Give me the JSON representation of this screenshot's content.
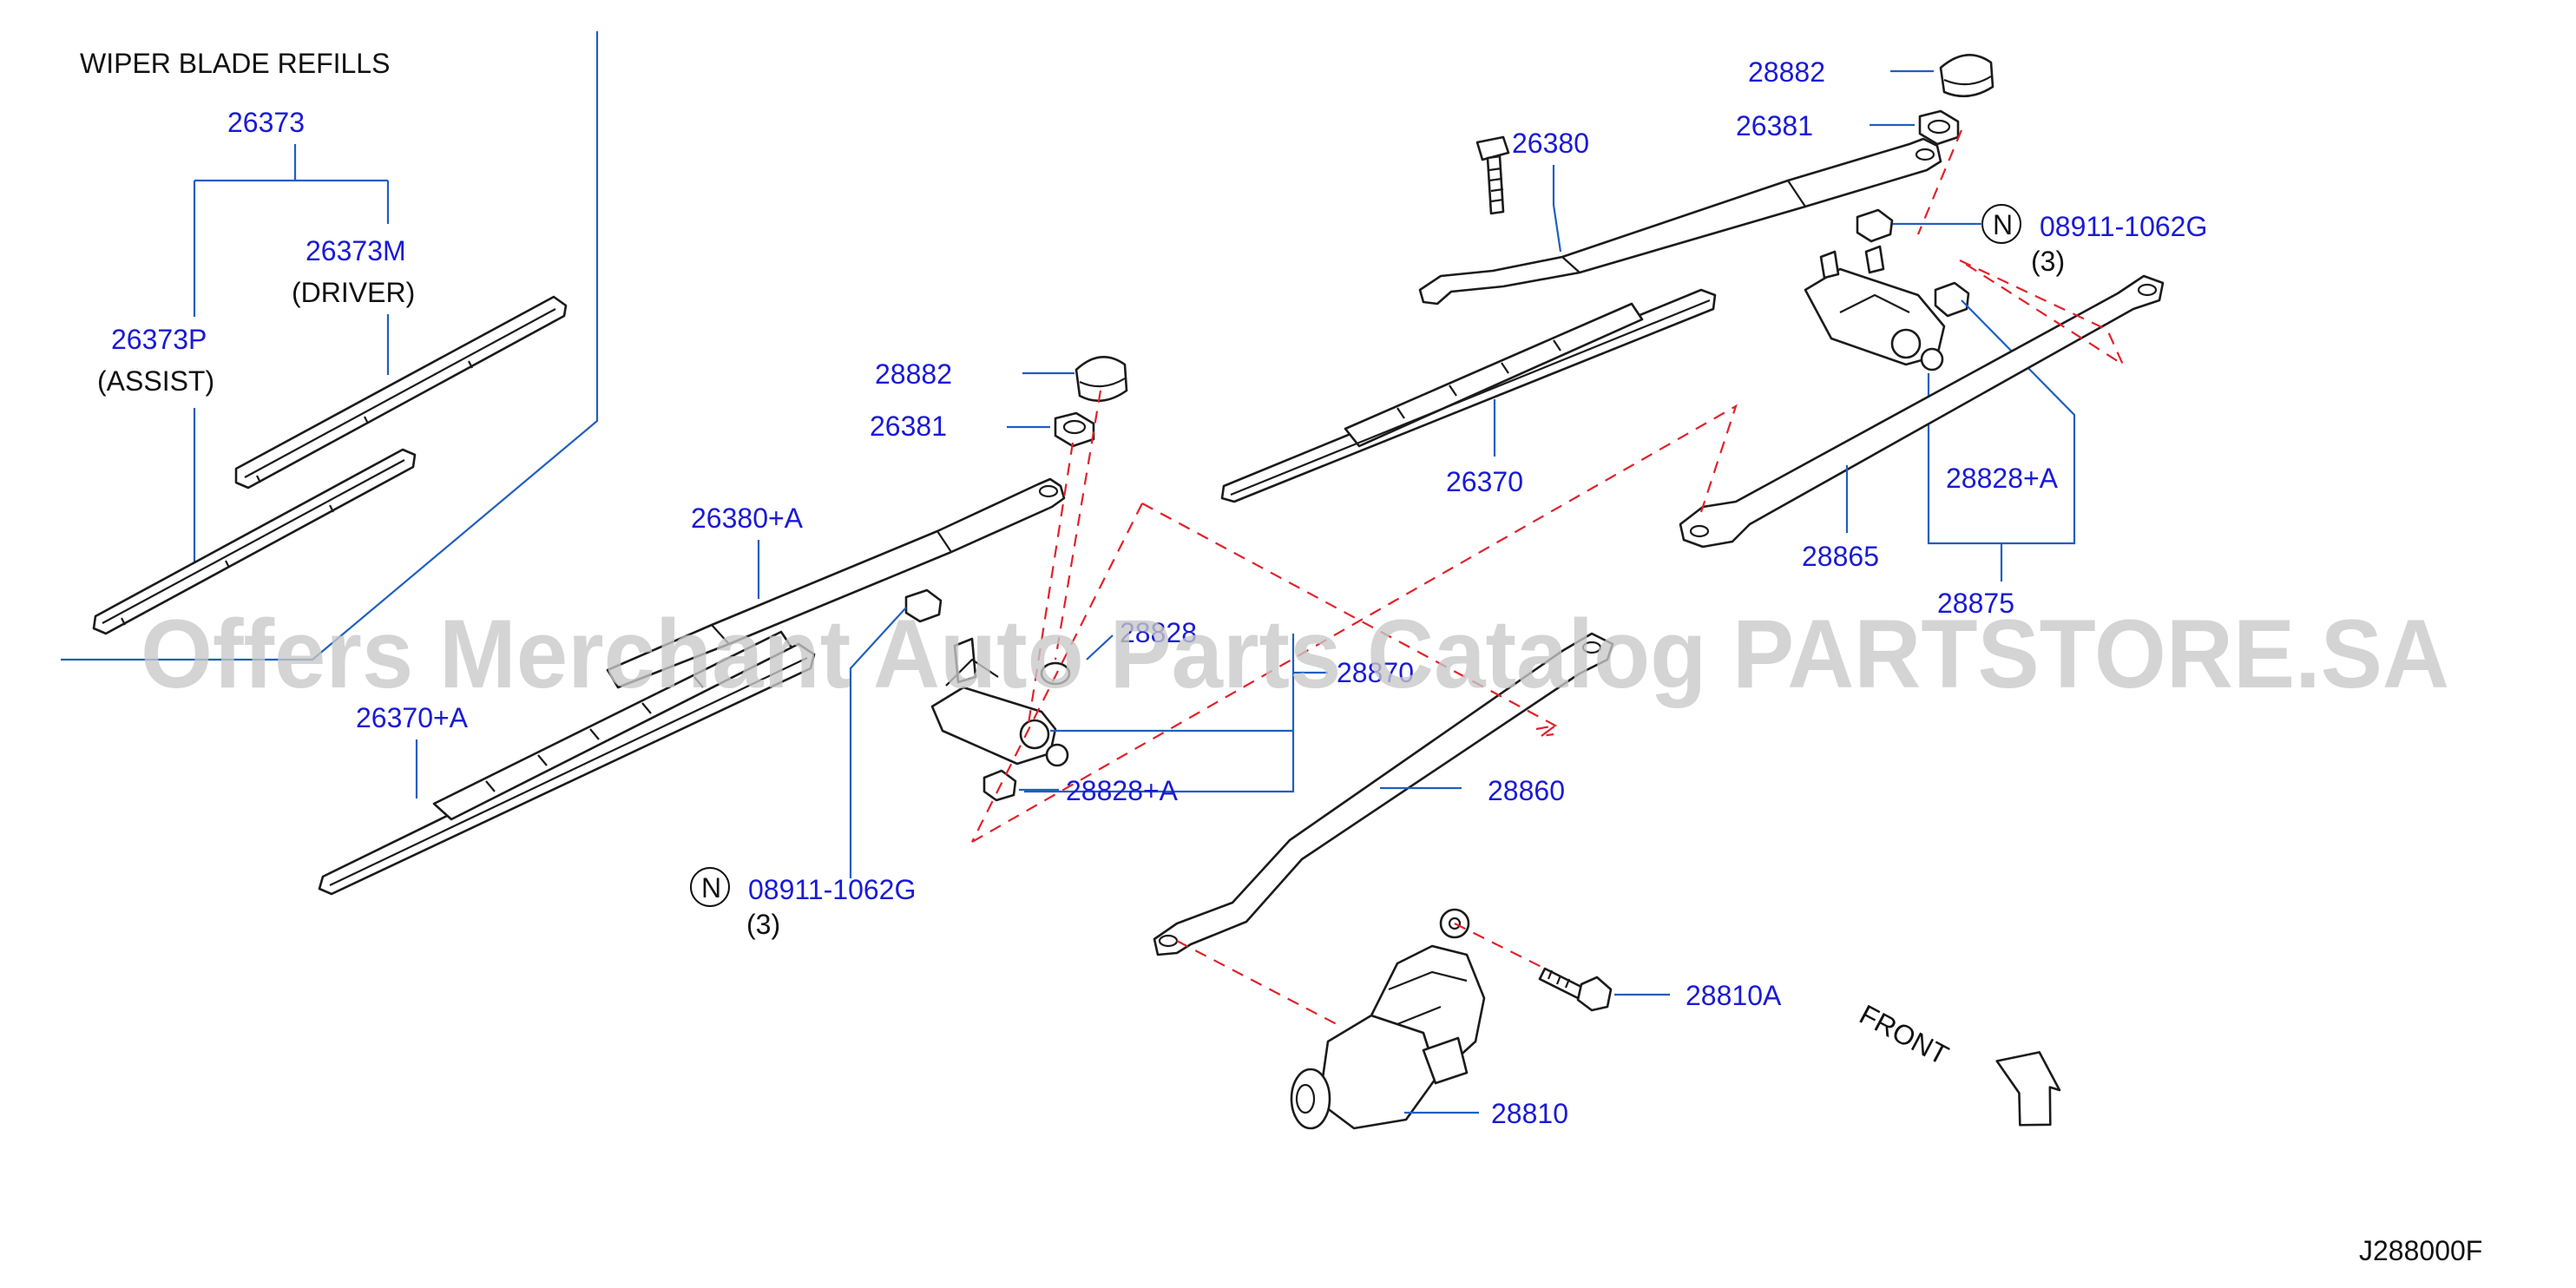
{
  "title": "WIPER  BLADE  REFILLS",
  "diagram_code": "J288000F",
  "watermark": "Offers Merchant Auto Parts Catalog PARTSTORE.SA",
  "front_label": "FRONT",
  "colors": {
    "label": "#1a1ad6",
    "leader": "#1f5fbf",
    "dashed": "#e0222a",
    "line": "#1b1b1b",
    "watermark": "#c9c9c9"
  },
  "labels": {
    "p26373": "26373",
    "p26373m": "26373M",
    "driver": "(DRIVER)",
    "p26373p": "26373P",
    "assist": "(ASSIST)",
    "p28882_l": "28882",
    "p26381_l": "26381",
    "p26380a": "26380+A",
    "p26370a": "26370+A",
    "p28828_mid": "28828",
    "p28870": "28870",
    "p28828a_l": "28828+A",
    "p28860": "28860",
    "n_l": "N",
    "p08911_l": "08911-1062G",
    "qty_l": "(3)",
    "p28810a": "28810A",
    "p28810": "28810",
    "p28882_r": "28882",
    "p26381_r": "26381",
    "p26380": "26380",
    "n_r": "N",
    "p08911_r": "08911-1062G",
    "qty_r": "(3)",
    "p26370": "26370",
    "p28828a_r": "28828+A",
    "p28865": "28865",
    "p28875": "28875"
  }
}
